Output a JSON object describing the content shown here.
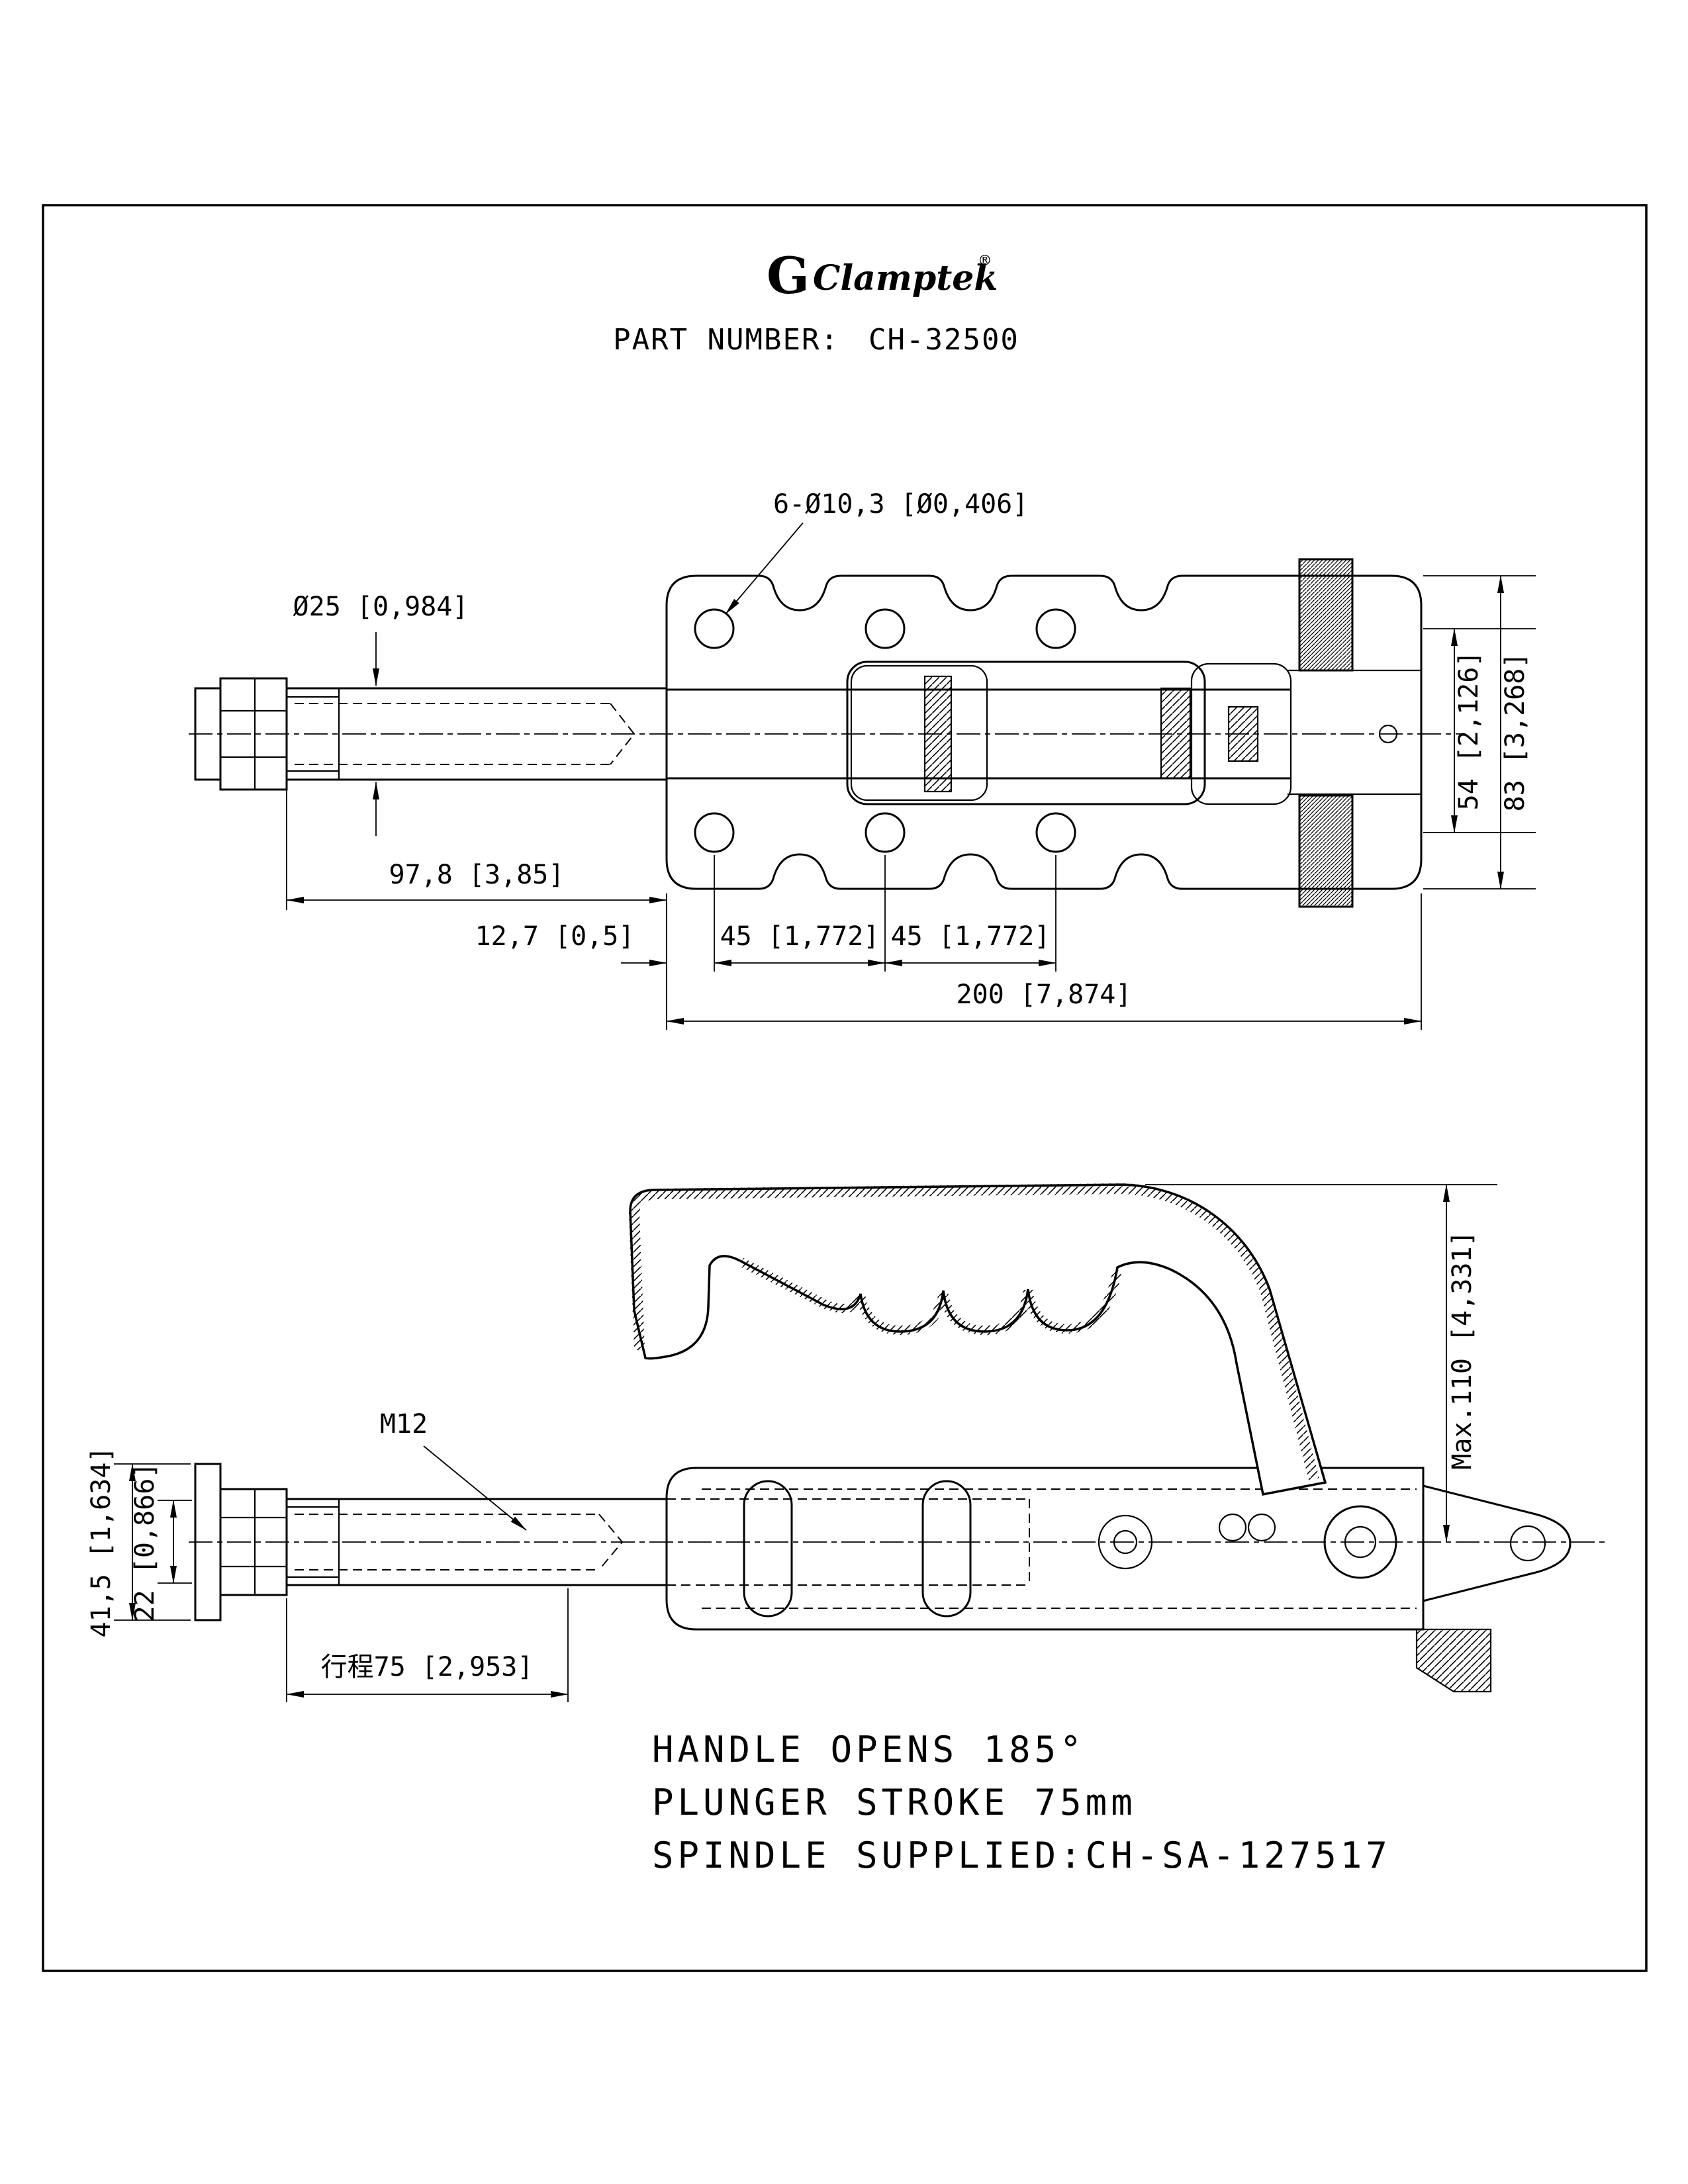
{
  "header": {
    "brand_mark": "G",
    "brand_name": "Clamptek",
    "registered": "®",
    "part_number_label": "PART NUMBER:",
    "part_number": "CH-32500"
  },
  "top_view": {
    "holes": "6-Ø10,3 [Ø0,406]",
    "rod_dia": "Ø25 [0,984]",
    "inner_height": "54 [2,126]",
    "outer_height": "83 [3,268]",
    "rod_length": "97,8 [3,85]",
    "edge_offset": "12,7 [0,5]",
    "hole_pitch_1": "45 [1,772]",
    "hole_pitch_2": "45 [1,772]",
    "body_length": "200 [7,874]"
  },
  "side_view": {
    "thread": "M12",
    "max_height": "Max.110 [4,331]",
    "flange_height": "41,5 [1,634]",
    "rod_height": "22 [0,866]",
    "stroke": "行程75 [2,953]"
  },
  "notes": [
    "HANDLE OPENS 185°",
    "PLUNGER STROKE  75mm",
    "SPINDLE SUPPLIED:CH-SA-127517"
  ],
  "colors": {
    "line": "#000000",
    "background": "#ffffff"
  }
}
